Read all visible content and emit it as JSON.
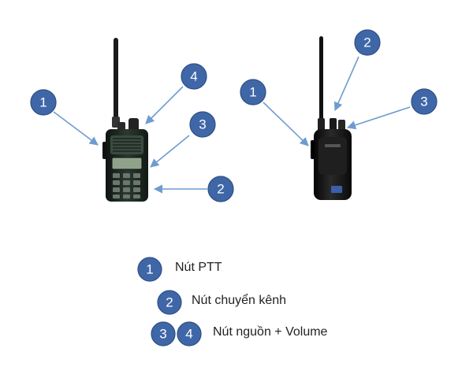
{
  "colors": {
    "badge": "#3f67a8",
    "badge_border": "#2f4f82",
    "arrow": "#6f9bd0",
    "radio_body": "#1e2a23",
    "radio_body_dark": "#0f1411",
    "text": "#222222"
  },
  "left_radio": {
    "callouts": [
      {
        "number": "1"
      },
      {
        "number": "4"
      },
      {
        "number": "3"
      },
      {
        "number": "2"
      }
    ]
  },
  "right_radio": {
    "callouts": [
      {
        "number": "1"
      },
      {
        "number": "2"
      },
      {
        "number": "3"
      }
    ]
  },
  "legend": [
    {
      "badges": [
        "1"
      ],
      "text": "Nút PTT"
    },
    {
      "badges": [
        "2"
      ],
      "text": "Nút chuyển kênh"
    },
    {
      "badges": [
        "3",
        "4"
      ],
      "text": "Nút nguồn + Volume"
    }
  ]
}
